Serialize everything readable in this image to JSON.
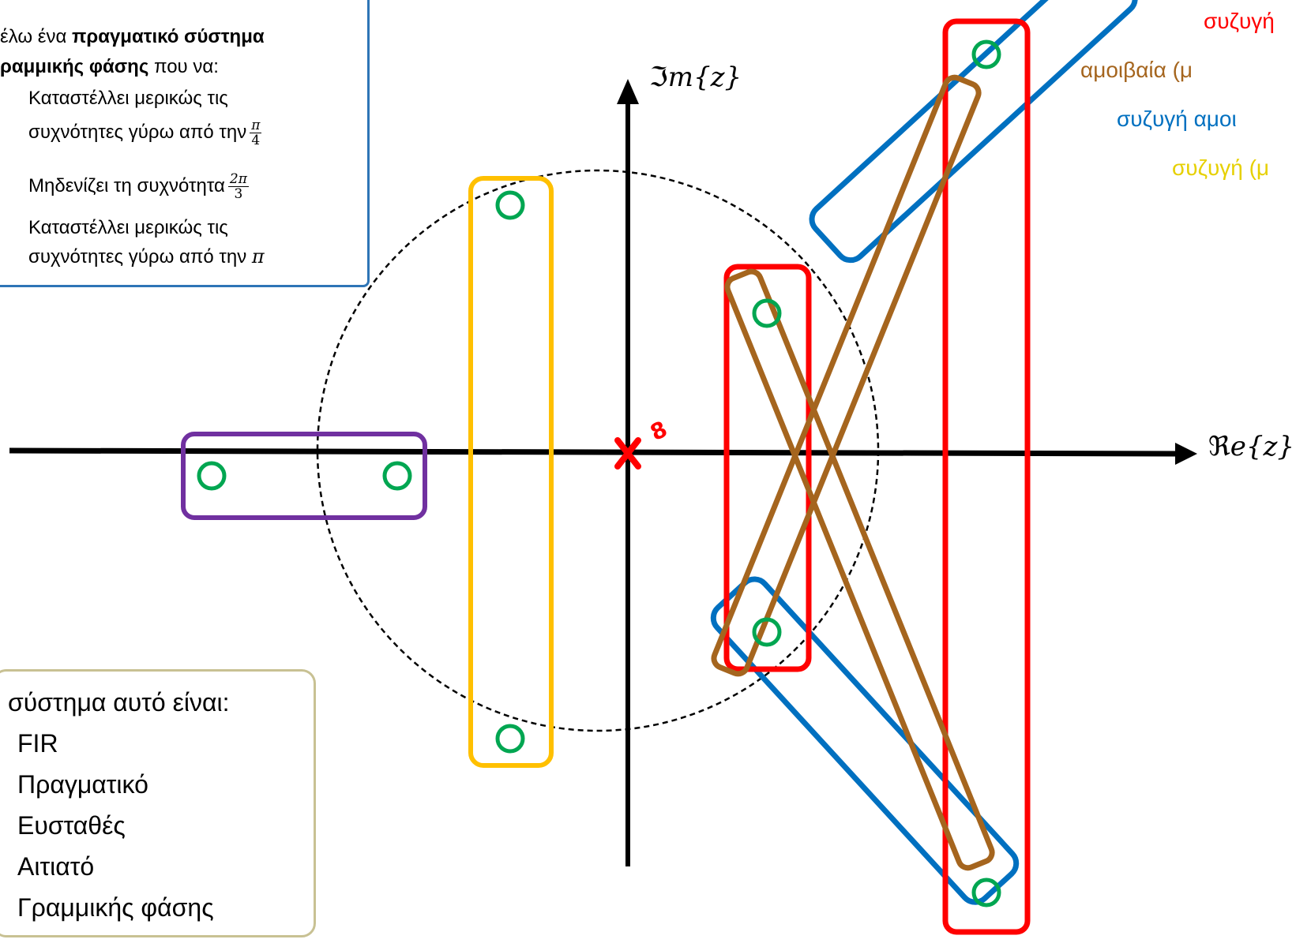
{
  "requirements_box": {
    "intro_prefix": "έλω ένα ",
    "intro_bold": "πραγματικό σύστημα",
    "line2_bold": "ραμμικής φάσης",
    "line2_rest": " που να:",
    "item1_line1": "Καταστέλλει μερικώς τις",
    "item1_line2": "συχνότητες γύρω από την",
    "item1_frac_num": "π",
    "item1_frac_den": "4",
    "item2_text": "Μηδενίζει τη συχνότητα",
    "item2_frac_num": "2π",
    "item2_frac_den": "3",
    "item3_line1": "Καταστέλλει μερικώς τις",
    "item3_line2": "συχνότητες γύρω από την",
    "item3_symbol": "π"
  },
  "properties_box": {
    "heading": "σύστημα αυτό είναι:",
    "items": [
      "FIR",
      "Πραγματικό",
      "Ευσταθές",
      "Αιτιατό",
      "Γραμμικής φάσης"
    ]
  },
  "legend": {
    "red": "συζυγή",
    "brown": "αμοιβαία (μ",
    "blue": "συζυγή αμοι",
    "yellow": "συζυγή (μ"
  },
  "axes": {
    "imag_prefix": "ℑ",
    "imag_var": "m",
    "imag_arg": "{z}",
    "real_prefix": "ℜ",
    "real_var": "e",
    "real_arg": "{z}"
  },
  "pole_multiplicity": "8",
  "colors": {
    "red": "#ff0000",
    "brown": "#a5651e",
    "blue": "#0070c0",
    "yellow": "#ffc000",
    "purple": "#7030a0",
    "zero": "#00a651",
    "legend_yellow": "#e6d000"
  },
  "icons": {
    "zero_marker": "circle-o",
    "pole_marker": "cross-x"
  }
}
